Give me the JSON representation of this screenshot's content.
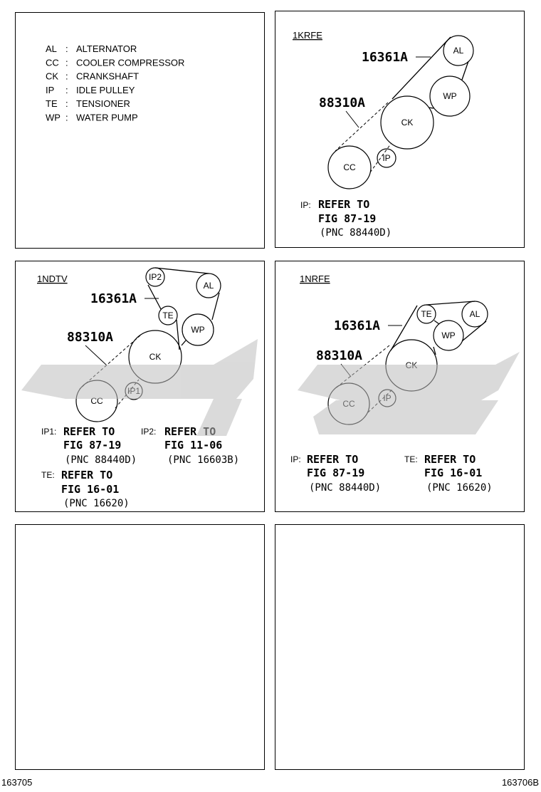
{
  "legend": [
    {
      "code": "AL",
      "sep": ":",
      "name": "ALTERNATOR"
    },
    {
      "code": "CC",
      "sep": ":",
      "name": "COOLER COMPRESSOR"
    },
    {
      "code": "CK",
      "sep": ":",
      "name": "CRANKSHAFT"
    },
    {
      "code": "IP",
      "sep": ":",
      "name": "IDLE PULLEY"
    },
    {
      "code": "TE",
      "sep": ":",
      "name": "TENSIONER"
    },
    {
      "code": "WP",
      "sep": ":",
      "name": "WATER PUMP"
    }
  ],
  "panel_1krfe": {
    "title": "1KRFE",
    "part_a": "16361A",
    "part_b": "88310A",
    "pulleys": {
      "al": "AL",
      "wp": "WP",
      "ck": "CK",
      "cc": "CC",
      "ip": "IP"
    },
    "note_prefix": "IP:",
    "note_line1": "REFER TO",
    "note_line2": "FIG 87-19",
    "note_line3": "(PNC 88440D)"
  },
  "panel_1ndtv": {
    "title": "1NDTV",
    "part_a": "16361A",
    "part_b": "88310A",
    "pulleys": {
      "ip2": "IP2",
      "al": "AL",
      "te": "TE",
      "wp": "WP",
      "ck": "CK",
      "cc": "CC",
      "ip1": "IP1"
    },
    "note1_prefix": "IP1:",
    "note1_line1": "REFER TO",
    "note1_line2": "FIG 87-19",
    "note1_line3": "(PNC 88440D)",
    "note2_prefix": "IP2:",
    "note2_line1": "REFER TO",
    "note2_line2": "FIG 11-06",
    "note2_line3": "(PNC 16603B)",
    "note3_prefix": "TE:",
    "note3_line1": "REFER TO",
    "note3_line2": "FIG 16-01",
    "note3_line3": "(PNC 16620)"
  },
  "panel_1nrfe": {
    "title": "1NRFE",
    "part_a": "16361A",
    "part_b": "88310A",
    "pulleys": {
      "te": "TE",
      "al": "AL",
      "wp": "WP",
      "ck": "CK",
      "cc": "CC",
      "ip": "IP"
    },
    "note1_prefix": "IP:",
    "note1_line1": "REFER TO",
    "note1_line2": "FIG 87-19",
    "note1_line3": "(PNC 88440D)",
    "note2_prefix": "TE:",
    "note2_line1": "REFER TO",
    "note2_line2": "FIG 16-01",
    "note2_line3": "(PNC 16620)"
  },
  "footer": {
    "left": "163705",
    "right": "163706B"
  }
}
